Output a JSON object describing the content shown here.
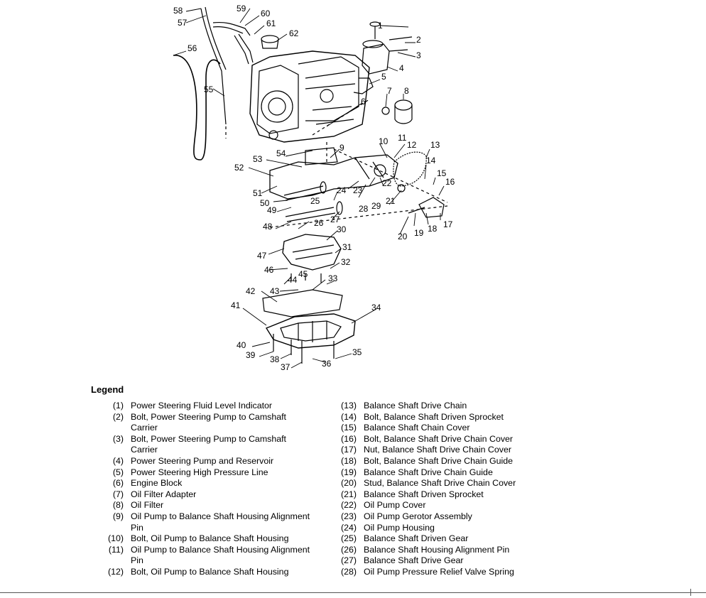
{
  "callout_numbers": [
    "1",
    "2",
    "3",
    "4",
    "5",
    "6",
    "7",
    "8",
    "9",
    "10",
    "11",
    "12",
    "13",
    "14",
    "15",
    "16",
    "17",
    "18",
    "19",
    "20",
    "21",
    "22",
    "23",
    "24",
    "25",
    "26",
    "27",
    "28",
    "29",
    "30",
    "31",
    "32",
    "33",
    "34",
    "35",
    "36",
    "37",
    "38",
    "39",
    "40",
    "41",
    "42",
    "43",
    "44",
    "45",
    "46",
    "47",
    "48",
    "49",
    "50",
    "51",
    "52",
    "53",
    "54",
    "55",
    "56",
    "57",
    "58",
    "59",
    "60",
    "61",
    "62"
  ],
  "legend": {
    "title": "Legend",
    "left": [
      {
        "num": "(1)",
        "text": "Power Steering Fluid Level Indicator"
      },
      {
        "num": "(2)",
        "text": "Bolt, Power Steering Pump to Camshaft Carrier"
      },
      {
        "num": "(3)",
        "text": "Bolt, Power Steering Pump to Camshaft Carrier"
      },
      {
        "num": "(4)",
        "text": "Power Steering Pump and Reservoir"
      },
      {
        "num": "(5)",
        "text": "Power Steering High Pressure Line"
      },
      {
        "num": "(6)",
        "text": "Engine Block"
      },
      {
        "num": "(7)",
        "text": "Oil Filter Adapter"
      },
      {
        "num": "(8)",
        "text": "Oil Filter"
      },
      {
        "num": "(9)",
        "text": "Oil Pump to Balance Shaft Housing Alignment Pin"
      },
      {
        "num": "(10)",
        "text": "Bolt, Oil Pump to Balance Shaft Housing"
      },
      {
        "num": "(11)",
        "text": "Oil Pump to Balance Shaft Housing Alignment Pin"
      },
      {
        "num": "(12)",
        "text": "Bolt, Oil Pump to Balance Shaft Housing"
      }
    ],
    "right": [
      {
        "num": "(13)",
        "text": "Balance Shaft Drive Chain"
      },
      {
        "num": "(14)",
        "text": "Bolt, Balance Shaft Driven Sprocket"
      },
      {
        "num": "(15)",
        "text": "Balance Shaft Chain Cover"
      },
      {
        "num": "(16)",
        "text": "Bolt, Balance Shaft Drive Chain Cover"
      },
      {
        "num": "(17)",
        "text": "Nut, Balance Shaft Drive Chain Cover"
      },
      {
        "num": "(18)",
        "text": "Bolt, Balance Shaft Drive Chain Guide"
      },
      {
        "num": "(19)",
        "text": "Balance Shaft Drive Chain Guide"
      },
      {
        "num": "(20)",
        "text": "Stud, Balance Shaft Drive Chain Cover"
      },
      {
        "num": "(21)",
        "text": "Balance Shaft Driven Sprocket"
      },
      {
        "num": "(22)",
        "text": "Oil Pump Cover"
      },
      {
        "num": "(23)",
        "text": "Oil Pump Gerotor Assembly"
      },
      {
        "num": "(24)",
        "text": "Oil Pump Housing"
      },
      {
        "num": "(25)",
        "text": "Balance Shaft Driven Gear"
      },
      {
        "num": "(26)",
        "text": "Balance Shaft Housing Alignment Pin"
      },
      {
        "num": "(27)",
        "text": "Balance Shaft Drive Gear"
      },
      {
        "num": "(28)",
        "text": "Oil Pump Pressure Relief Valve Spring"
      }
    ]
  }
}
